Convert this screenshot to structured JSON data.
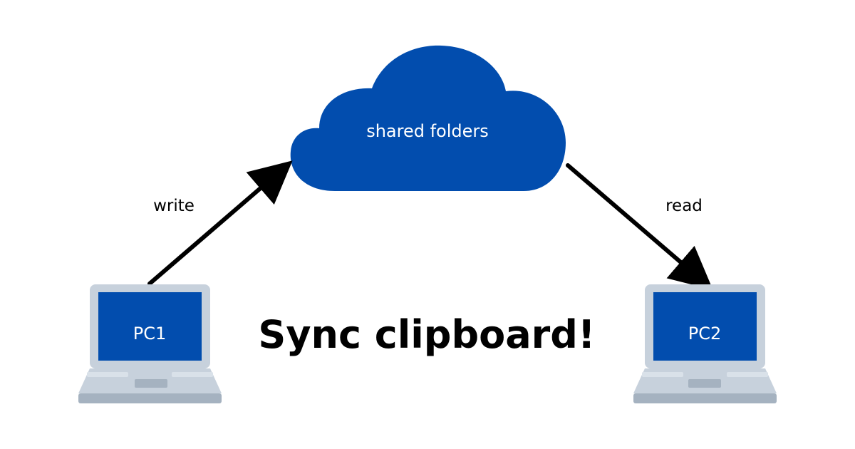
{
  "cloud": {
    "label": "shared folders"
  },
  "pc1": {
    "label": "PC1"
  },
  "pc2": {
    "label": "PC2"
  },
  "edges": {
    "write": "write",
    "read": "read"
  },
  "title": "Sync clipboard!",
  "colors": {
    "blue": "#024DAE",
    "laptop_body": "#C7D1DC",
    "laptop_dark": "#A5B2C0",
    "laptop_light": "#D9E1E9",
    "arrow": "#000000",
    "text": "#000000"
  }
}
